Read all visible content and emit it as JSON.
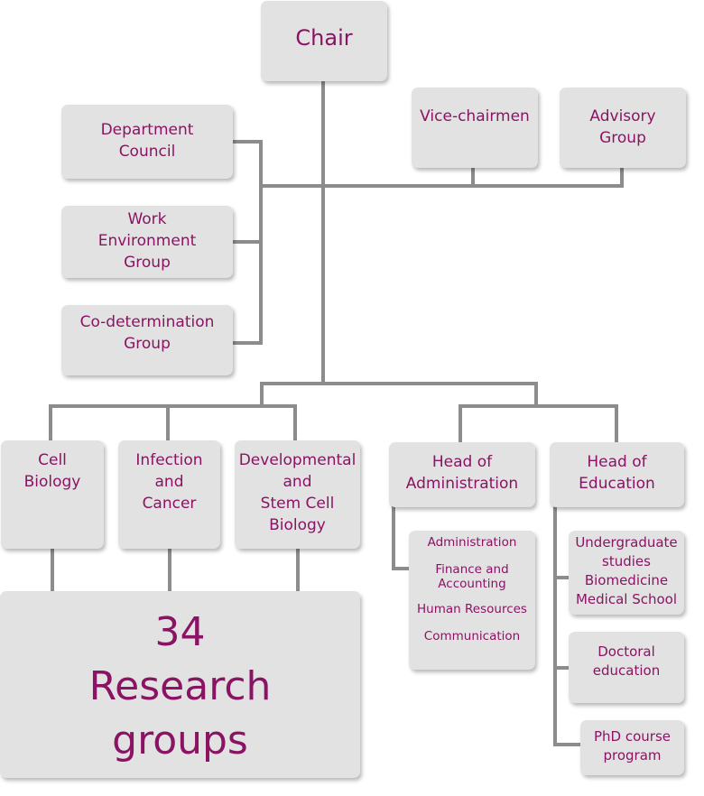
{
  "chair": {
    "lines": [
      "Chair"
    ]
  },
  "council_boxes": [
    {
      "key": "department-council",
      "lines": [
        "Department",
        "Council"
      ]
    },
    {
      "key": "work-environment-group",
      "lines": [
        "Work",
        "Environment",
        "Group"
      ]
    },
    {
      "key": "co-determination-group",
      "lines": [
        "Co-determination",
        "Group"
      ]
    }
  ],
  "advisors": [
    {
      "key": "vice-chairmen",
      "lines": [
        "Vice-chairmen"
      ]
    },
    {
      "key": "advisory-group",
      "lines": [
        "Advisory",
        "Group"
      ]
    }
  ],
  "divisions": [
    {
      "key": "cell-biology",
      "lines": [
        "Cell",
        "Biology"
      ]
    },
    {
      "key": "infection-and-cancer",
      "lines": [
        "Infection",
        "and",
        "Cancer"
      ]
    },
    {
      "key": "developmental-stem-cell-biology",
      "lines": [
        "Developmental",
        "and",
        "Stem Cell",
        "Biology"
      ]
    }
  ],
  "research_groups": {
    "lines": [
      "34",
      "Research",
      "groups"
    ]
  },
  "head_administration": {
    "lines": [
      "Head of",
      "Administration"
    ],
    "units": [
      [
        "Administration"
      ],
      [
        "Finance and",
        "Accounting"
      ],
      [
        "Human Resources"
      ],
      [
        "Communication"
      ]
    ]
  },
  "head_education": {
    "lines": [
      "Head of",
      "Education"
    ],
    "units": [
      {
        "key": "undergraduate-studies",
        "lines": [
          "Undergraduate",
          "studies",
          "Biomedicine",
          "Medical School"
        ]
      },
      {
        "key": "doctoral-education",
        "lines": [
          "Doctoral",
          "education"
        ]
      },
      {
        "key": "phd-course-program",
        "lines": [
          "PhD course",
          "program"
        ]
      }
    ]
  },
  "colors": {
    "text": "#8a1463",
    "box": "#e3e2e3",
    "connector": "#8c8c8e"
  }
}
